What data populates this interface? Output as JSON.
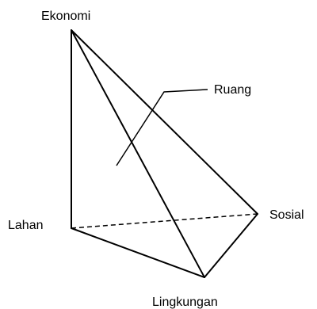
{
  "diagram": {
    "vertices": {
      "top": "Ekonomi",
      "left": "Lahan",
      "right": "Sosial",
      "bottom": "Lingkungan"
    },
    "center_label": "Ruang"
  }
}
